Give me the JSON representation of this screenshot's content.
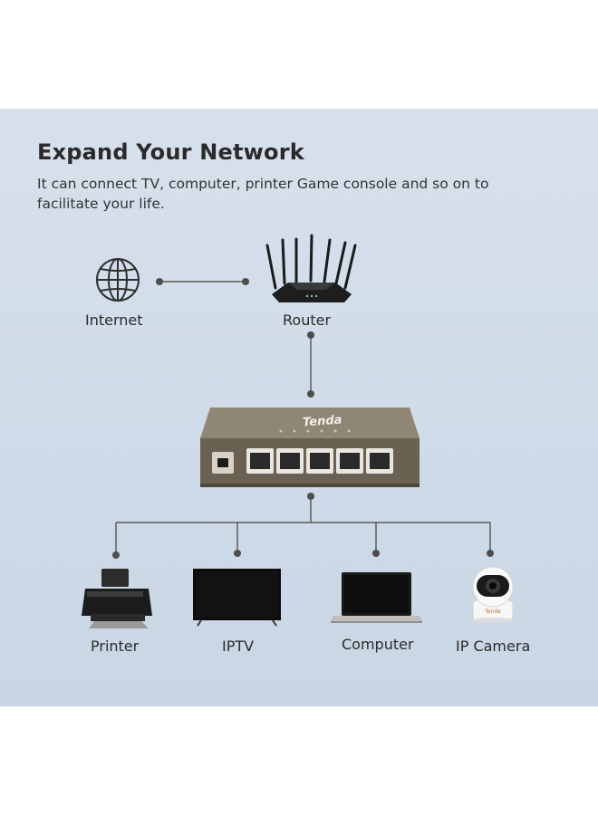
{
  "title": "Expand Your Network",
  "subtitle": "It can connect TV, computer, printer  Game console and so on to facilitate your life.",
  "nodes": {
    "internet": "Internet",
    "router": "Router",
    "printer": "Printer",
    "iptv": "IPTV",
    "computer": "Computer",
    "ip_camera": "IP Camera"
  },
  "switch": {
    "brand": "Tenda"
  },
  "camera": {
    "brand": "Tenda"
  },
  "icons": [
    "globe-icon",
    "router-icon",
    "switch-icon",
    "printer-icon",
    "tv-icon",
    "laptop-icon",
    "camera-icon"
  ],
  "colors": {
    "background": "#cfdbe8",
    "connector": "#5a5a5a",
    "switch_body": "#6f6555"
  }
}
